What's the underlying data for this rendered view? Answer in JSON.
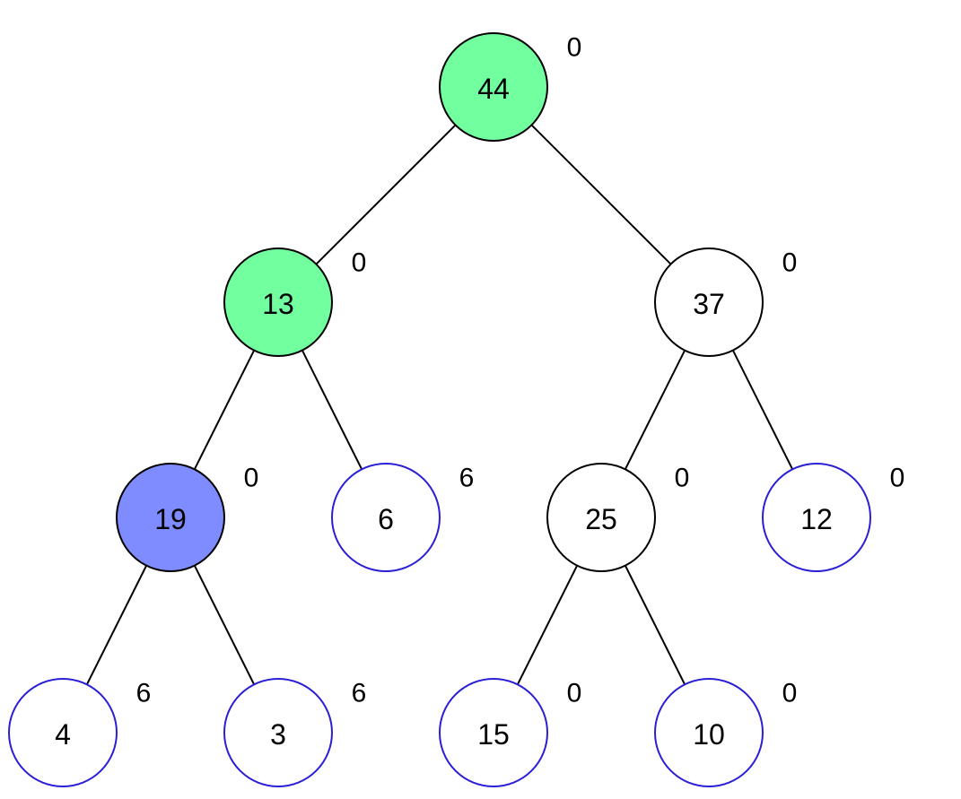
{
  "colors": {
    "edge": "#000000",
    "default_fill": "#ffffff",
    "default_stroke": "#000000",
    "leaf_stroke": "#2a1fd6",
    "highlight_green": "#72ff9f",
    "highlight_blue": "#7f8cff"
  },
  "tree": {
    "nodes": [
      {
        "id": "n44",
        "value": "44",
        "annotation": "0",
        "fill": "#72ff9f",
        "stroke": "#000000"
      },
      {
        "id": "n13",
        "value": "13",
        "annotation": "0",
        "fill": "#72ff9f",
        "stroke": "#000000"
      },
      {
        "id": "n37",
        "value": "37",
        "annotation": "0",
        "fill": "#ffffff",
        "stroke": "#000000"
      },
      {
        "id": "n19",
        "value": "19",
        "annotation": "0",
        "fill": "#7f8cff",
        "stroke": "#000000"
      },
      {
        "id": "n6",
        "value": "6",
        "annotation": "6",
        "fill": "#ffffff",
        "stroke": "#2a1fd6"
      },
      {
        "id": "n25",
        "value": "25",
        "annotation": "0",
        "fill": "#ffffff",
        "stroke": "#000000"
      },
      {
        "id": "n12",
        "value": "12",
        "annotation": "0",
        "fill": "#ffffff",
        "stroke": "#2a1fd6"
      },
      {
        "id": "n4",
        "value": "4",
        "annotation": "6",
        "fill": "#ffffff",
        "stroke": "#2a1fd6"
      },
      {
        "id": "n3",
        "value": "3",
        "annotation": "6",
        "fill": "#ffffff",
        "stroke": "#2a1fd6"
      },
      {
        "id": "n15",
        "value": "15",
        "annotation": "0",
        "fill": "#ffffff",
        "stroke": "#2a1fd6"
      },
      {
        "id": "n10",
        "value": "10",
        "annotation": "0",
        "fill": "#ffffff",
        "stroke": "#2a1fd6"
      }
    ],
    "edges": [
      {
        "from": "n44",
        "to": "n13"
      },
      {
        "from": "n44",
        "to": "n37"
      },
      {
        "from": "n13",
        "to": "n19"
      },
      {
        "from": "n13",
        "to": "n6"
      },
      {
        "from": "n37",
        "to": "n25"
      },
      {
        "from": "n37",
        "to": "n12"
      },
      {
        "from": "n19",
        "to": "n4"
      },
      {
        "from": "n19",
        "to": "n3"
      },
      {
        "from": "n25",
        "to": "n15"
      },
      {
        "from": "n25",
        "to": "n10"
      }
    ]
  }
}
